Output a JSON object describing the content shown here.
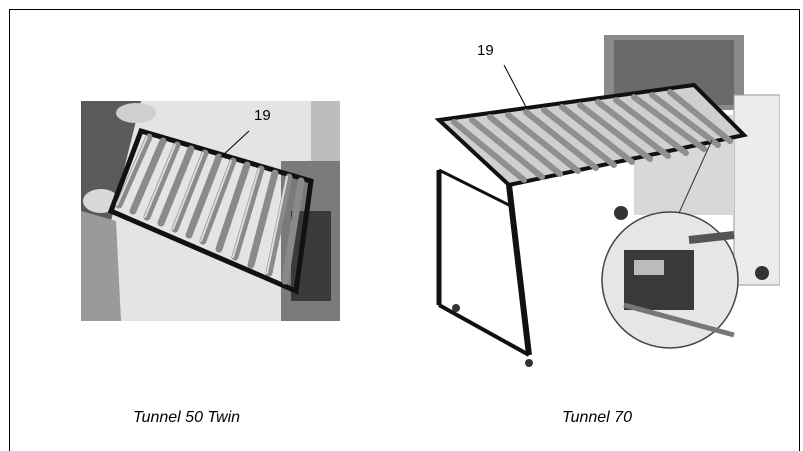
{
  "figures": [
    {
      "callout": "19",
      "caption": "Tunnel 50 Twin"
    },
    {
      "callout": "19",
      "caption": "Tunnel 70"
    }
  ]
}
